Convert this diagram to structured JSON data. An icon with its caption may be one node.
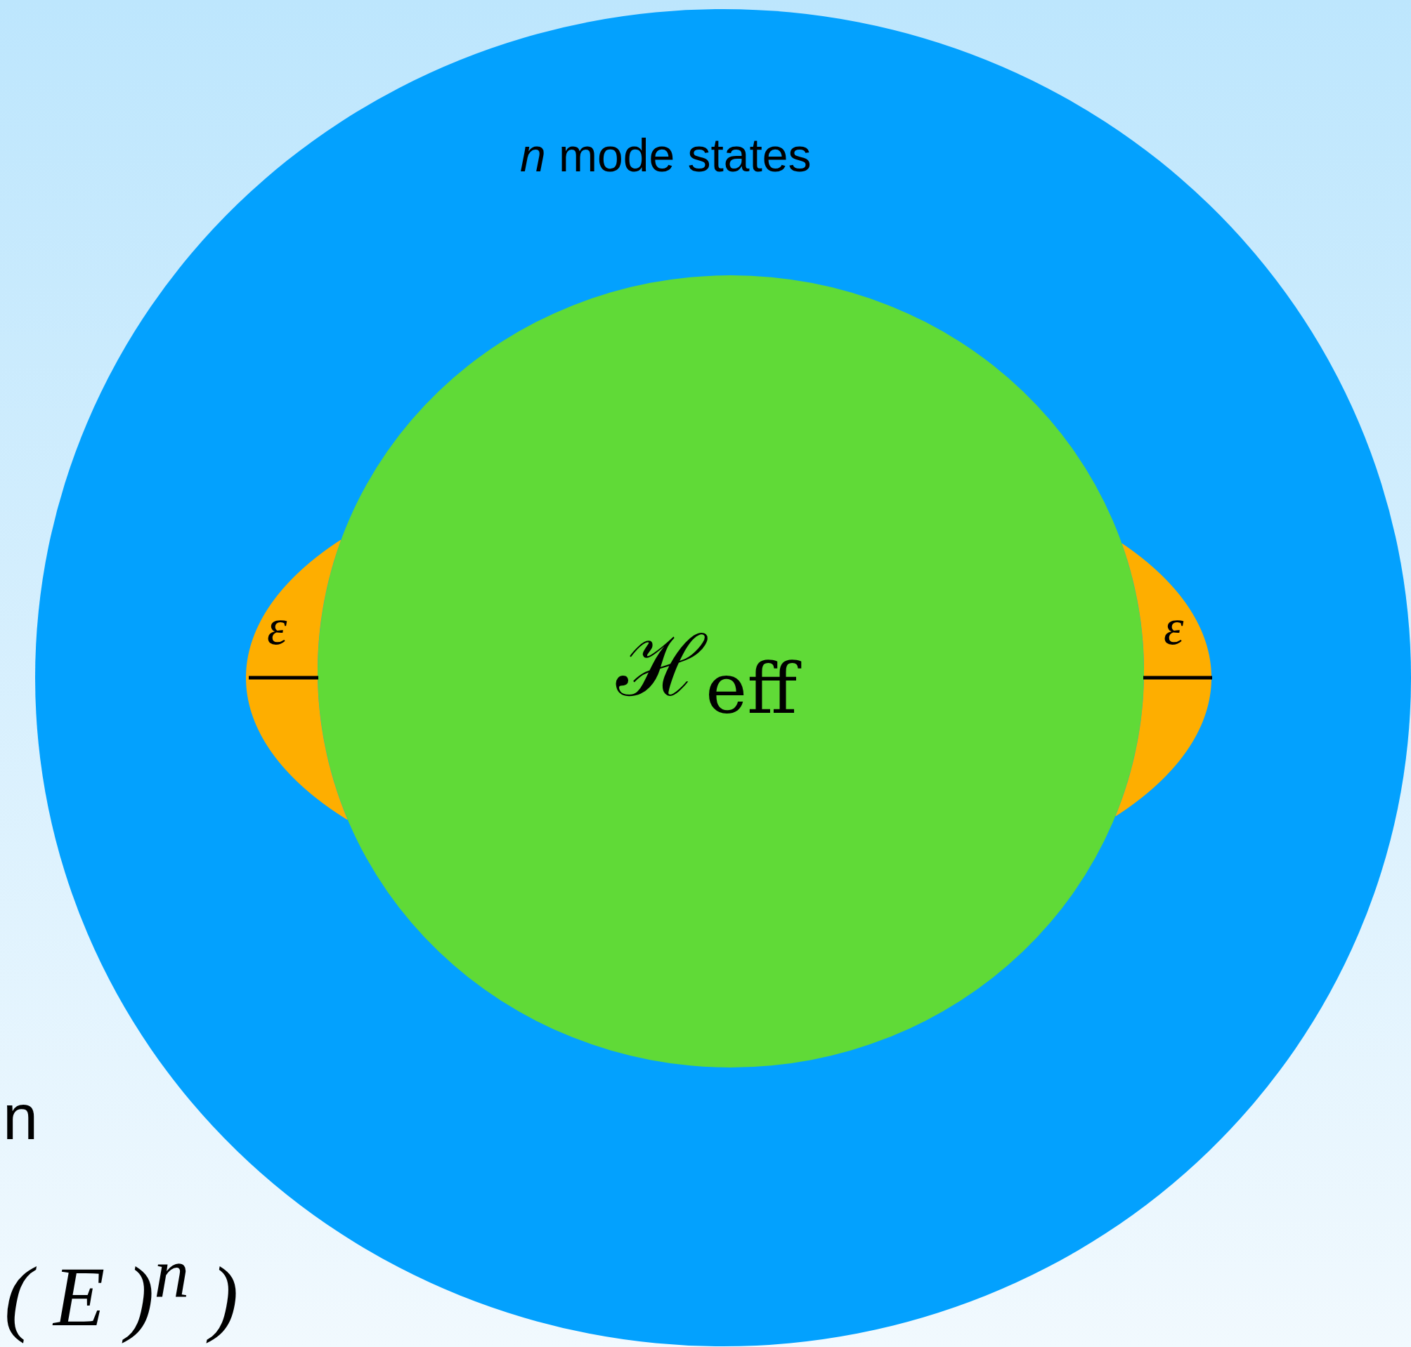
{
  "diagram": {
    "nodes": [
      {
        "text": [
          "*n* mode states"
        ]
      },
      {
        "text": [
          "ε"
        ],
        "in": 0
      },
      {
        "text": [
          "ℋ$_{eff}$"
        ],
        "in": 0
      },
      {
        "text": [
          "ε"
        ],
        "in": 0
      }
    ],
    "labels": [
      "n",
      "( *E* )$^{n}$ )"
    ]
  }
}
